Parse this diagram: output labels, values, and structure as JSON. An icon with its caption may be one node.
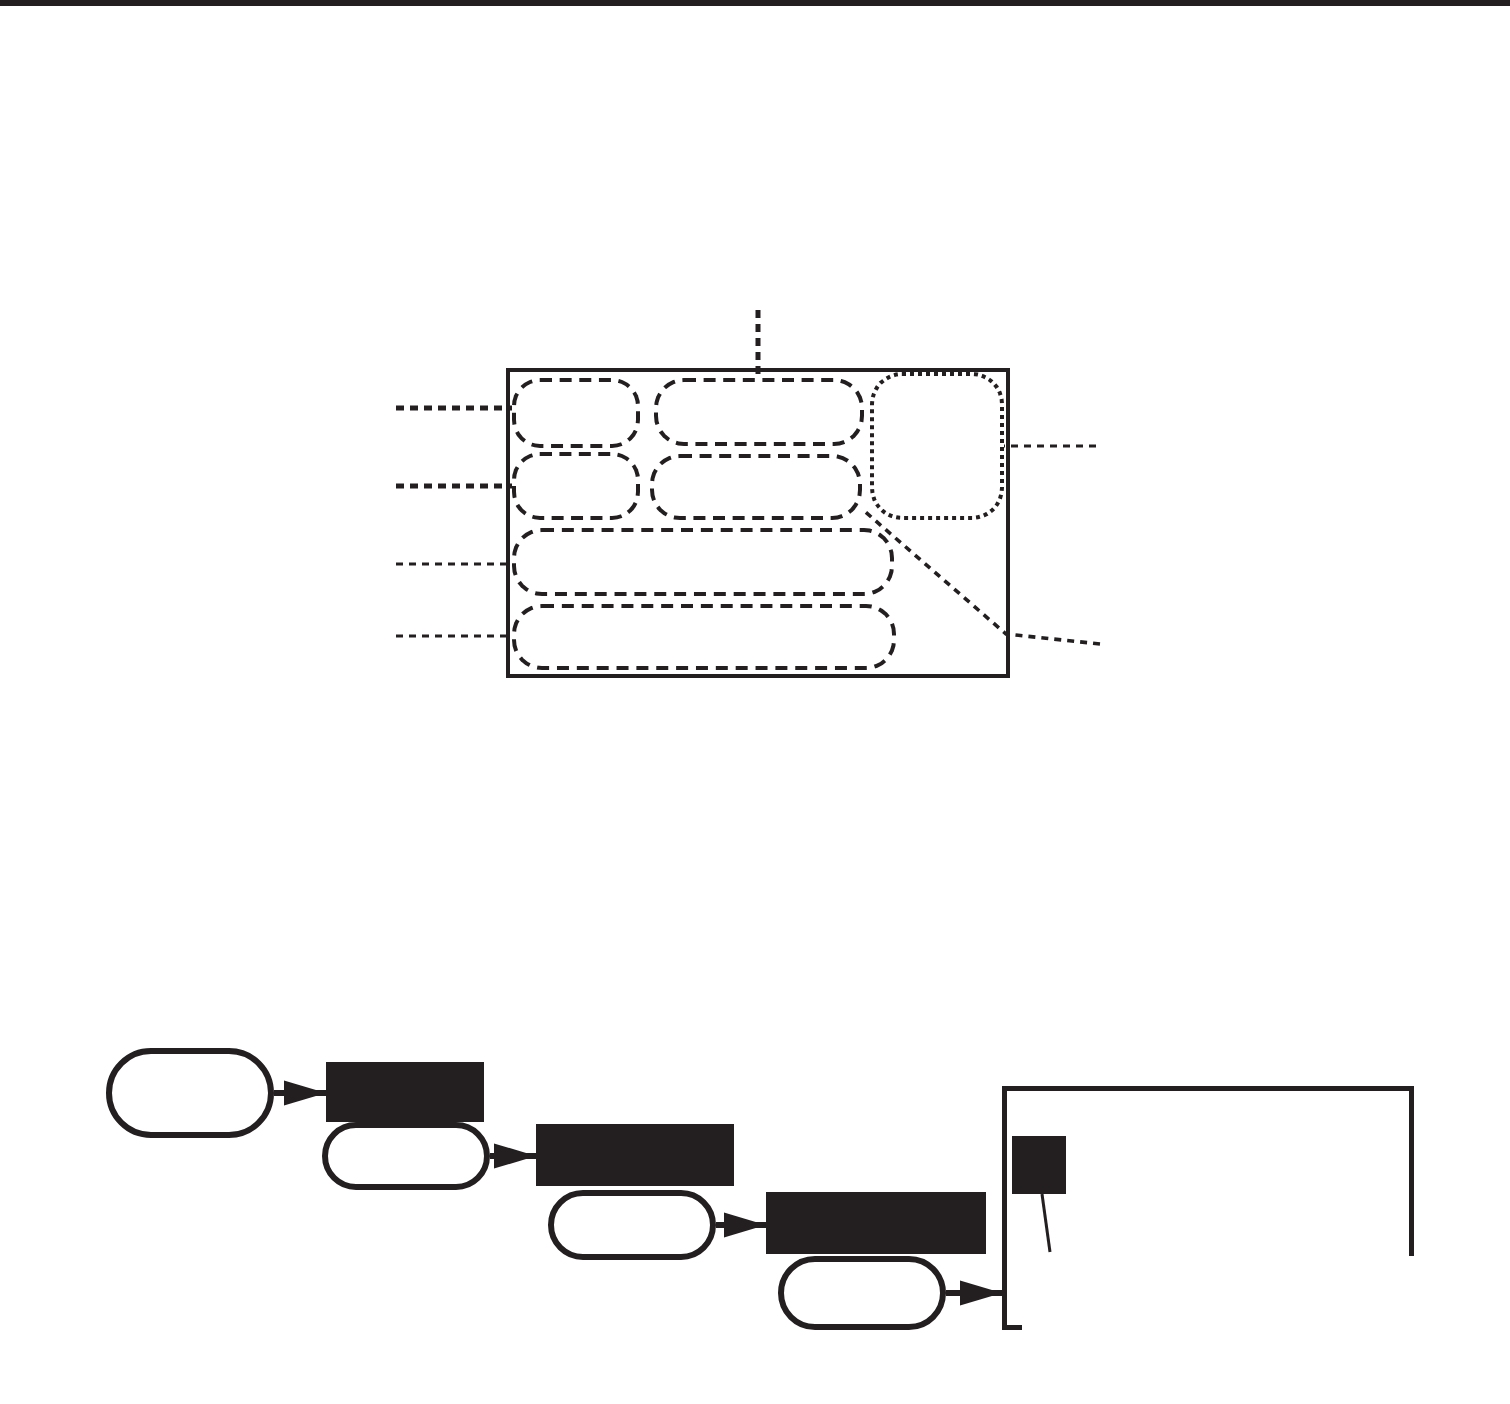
{
  "diagram": {
    "nodes": [
      {
        "text": [],
        "shape": "box"
      },
      {
        "text": [],
        "shape": "box",
        "in": 0
      },
      {
        "text": [],
        "shape": "box",
        "in": 0
      },
      {
        "text": [],
        "shape": "box",
        "in": 0
      },
      {
        "text": [],
        "shape": "box",
        "in": 0
      },
      {
        "text": [],
        "shape": "box",
        "in": 0
      },
      {
        "text": [],
        "shape": "box",
        "in": 0
      },
      {
        "text": [],
        "shape": "box",
        "in": 0
      },
      {
        "text": [],
        "shape": "box"
      },
      {
        "text": [],
        "shape": "box"
      },
      {
        "text": [],
        "shape": "box"
      },
      {
        "text": [],
        "shape": "box"
      },
      {
        "text": [],
        "shape": "box"
      },
      {
        "text": [],
        "shape": "box"
      },
      {
        "text": [],
        "shape": "box"
      },
      {
        "text": [],
        "shape": "box"
      },
      {
        "text": [],
        "shape": "box",
        "in": 15
      }
    ],
    "edges": [
      {
        "from": null,
        "to": 2,
        "arrow": "none",
        "style": "dashed"
      },
      {
        "from": null,
        "to": 1,
        "arrow": "none",
        "style": "dashed"
      },
      {
        "from": null,
        "to": 4,
        "arrow": "none",
        "style": "dashed"
      },
      {
        "from": null,
        "to": 6,
        "arrow": "none",
        "style": "dashed"
      },
      {
        "from": null,
        "to": 7,
        "arrow": "none",
        "style": "dashed"
      },
      {
        "from": null,
        "to": 3,
        "arrow": "none",
        "style": "dashed"
      },
      {
        "from": null,
        "to": 5,
        "arrow": "none",
        "style": "dashed"
      },
      {
        "from": 8,
        "to": 9,
        "arrow": "to"
      },
      {
        "from": 10,
        "to": 11,
        "arrow": "to"
      },
      {
        "from": 12,
        "to": 13,
        "arrow": "to"
      },
      {
        "from": 14,
        "to": 15,
        "arrow": "to"
      },
      {
        "from": null,
        "to": 16,
        "arrow": "none"
      }
    ]
  }
}
